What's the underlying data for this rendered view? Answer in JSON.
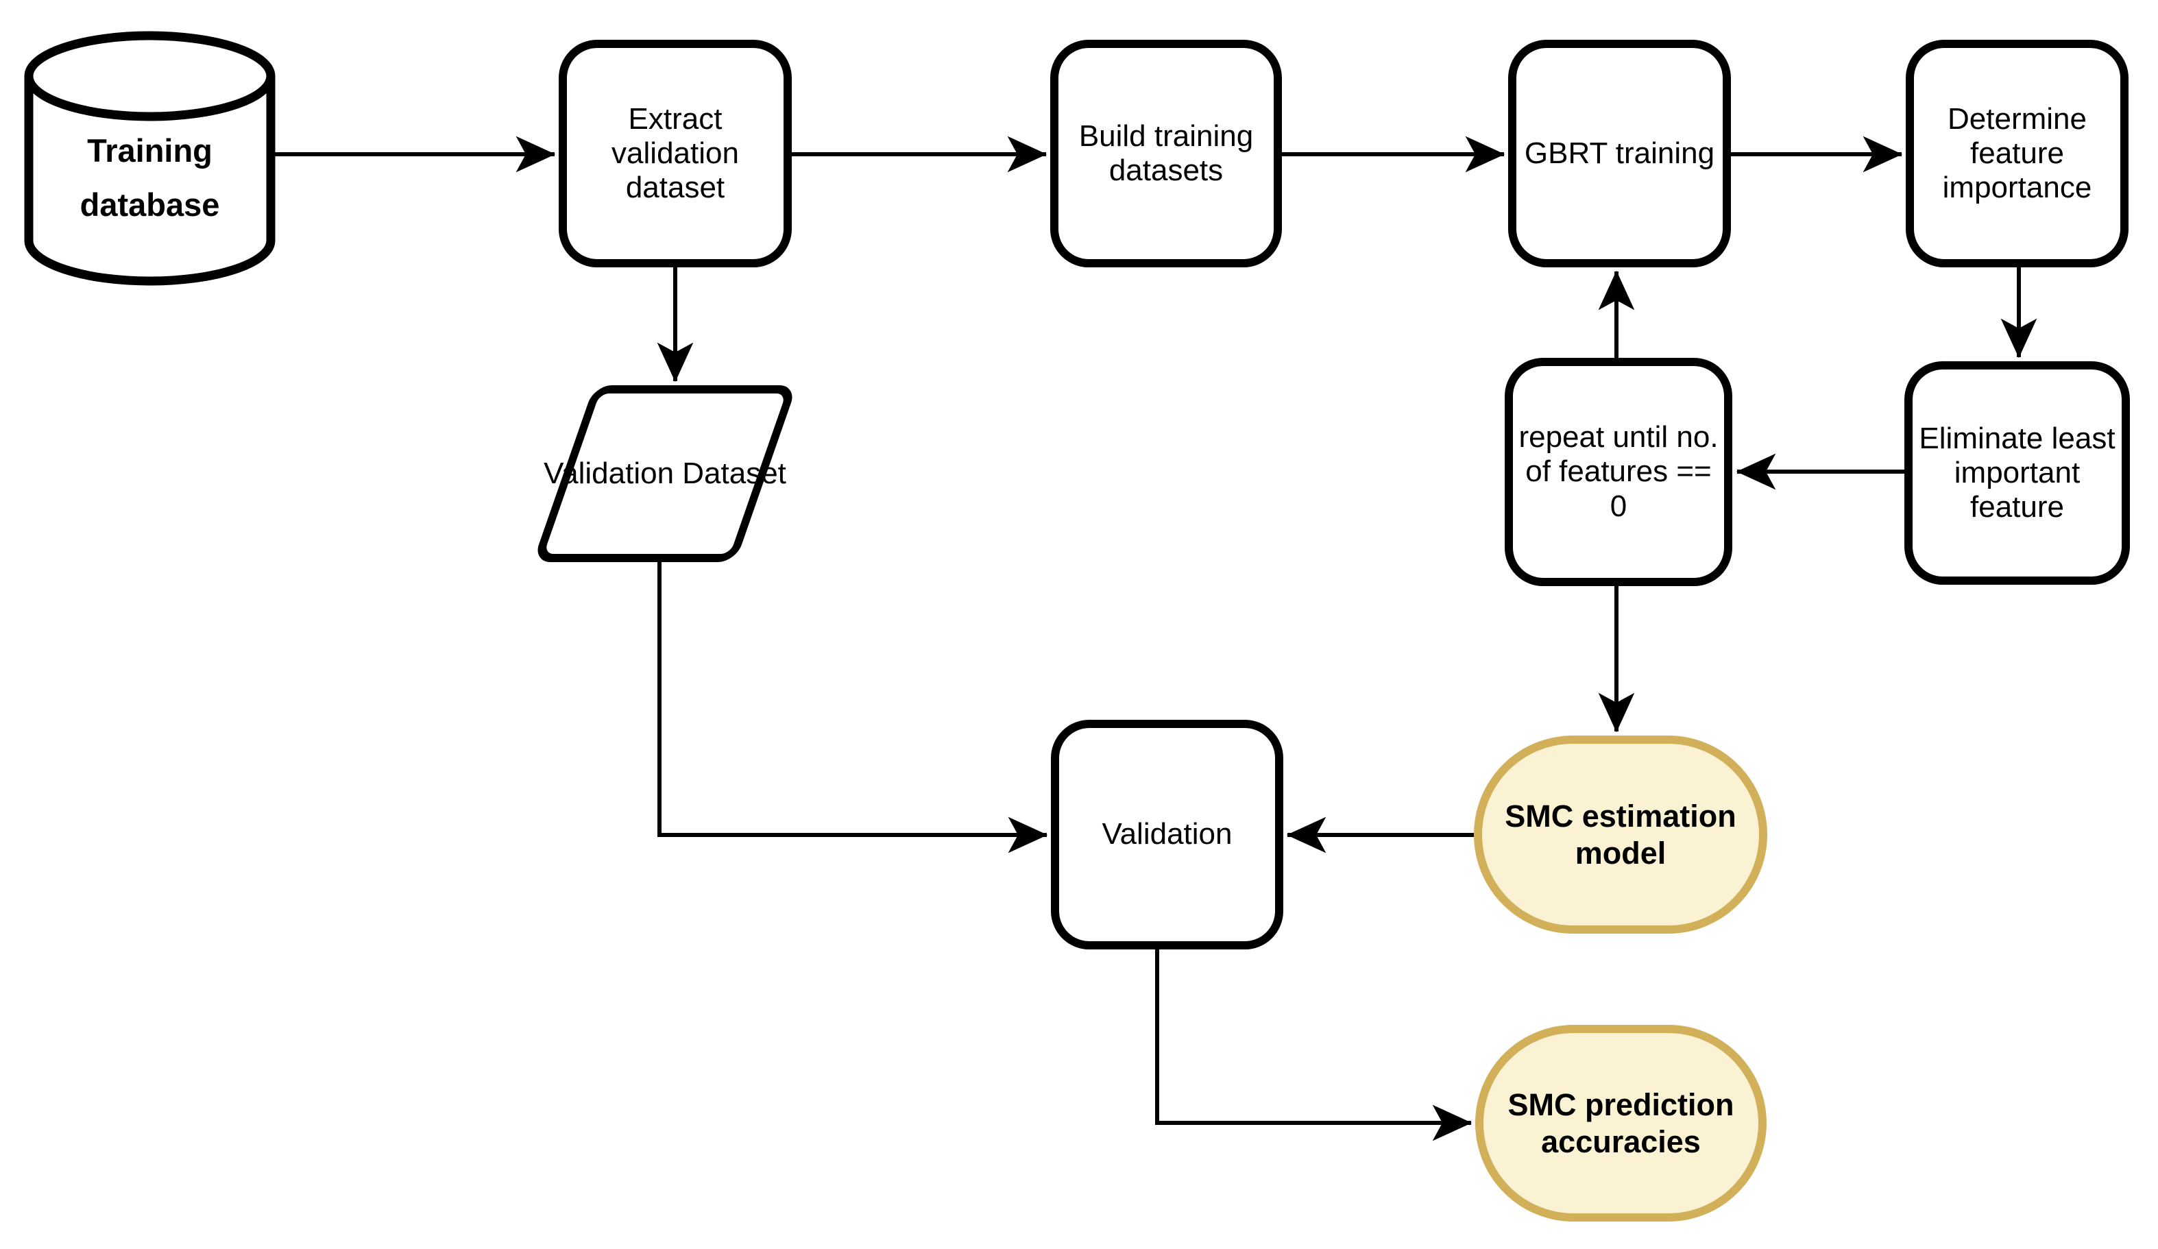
{
  "diagram": {
    "type": "flowchart",
    "background_color": "#ffffff",
    "colors": {
      "node_fill": "#ffffff",
      "node_stroke": "#000000",
      "connector": "#000000",
      "highlight_fill": "#FBF2D4",
      "highlight_stroke": "#D2B05A",
      "text": "#000000"
    },
    "nodes": {
      "training_database": {
        "shape": "cylinder",
        "label": "Training\ndatabase"
      },
      "extract_validation": {
        "shape": "rounded-rect",
        "label": "Extract\nvalidation\ndataset"
      },
      "build_training": {
        "shape": "rounded-rect",
        "label": "Build training\ndatasets"
      },
      "gbrt_training": {
        "shape": "rounded-rect",
        "label": "GBRT training"
      },
      "determine_importance": {
        "shape": "rounded-rect",
        "label": "Determine\nfeature\nimportance"
      },
      "eliminate_feature": {
        "shape": "rounded-rect",
        "label": "Eliminate least\nimportant\nfeature"
      },
      "repeat_until": {
        "shape": "rounded-rect",
        "label": "repeat until no.\nof features ==\n0"
      },
      "validation_dataset": {
        "shape": "parallelogram",
        "label": "Validation Dataset"
      },
      "validation": {
        "shape": "rounded-rect",
        "label": "Validation"
      },
      "smc_estimation": {
        "shape": "stadium-highlight",
        "label": "SMC estimation\nmodel"
      },
      "smc_prediction": {
        "shape": "stadium-highlight",
        "label": "SMC prediction\naccuracies"
      }
    },
    "edges": [
      {
        "from": "training_database",
        "to": "extract_validation"
      },
      {
        "from": "extract_validation",
        "to": "build_training"
      },
      {
        "from": "build_training",
        "to": "gbrt_training"
      },
      {
        "from": "gbrt_training",
        "to": "determine_importance"
      },
      {
        "from": "determine_importance",
        "to": "eliminate_feature"
      },
      {
        "from": "eliminate_feature",
        "to": "repeat_until"
      },
      {
        "from": "repeat_until",
        "to": "gbrt_training"
      },
      {
        "from": "extract_validation",
        "to": "validation_dataset"
      },
      {
        "from": "validation_dataset",
        "to": "validation"
      },
      {
        "from": "repeat_until",
        "to": "smc_estimation"
      },
      {
        "from": "smc_estimation",
        "to": "validation"
      },
      {
        "from": "validation",
        "to": "smc_prediction"
      }
    ]
  }
}
